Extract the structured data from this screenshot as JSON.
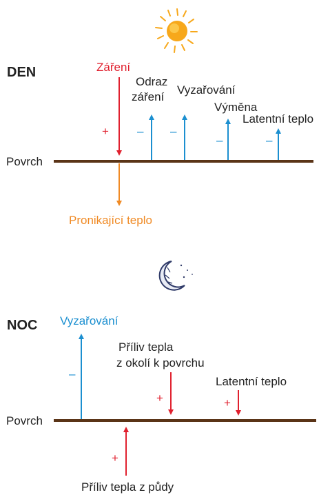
{
  "colors": {
    "radiation": "#e0202e",
    "outgoing": "#1b8fd0",
    "ground_heat": "#f08a24",
    "heat_inflow": "#e0202e",
    "surface": "#5a3417",
    "text": "#222222",
    "sun": "#f7a81b",
    "moon": "#2f3a68"
  },
  "icons": {
    "day": "sun-icon",
    "night": "moon-icon"
  },
  "day": {
    "title": "DEN",
    "surface_label": "Povrch",
    "incoming": {
      "label": "Záření",
      "sign": "+"
    },
    "reflected": {
      "label_line1": "Odraz",
      "label_line2": "záření",
      "sign": "–"
    },
    "emission": {
      "label": "Vyzařování",
      "sign": "–"
    },
    "exchange": {
      "label": "Výměna",
      "sign": "–"
    },
    "latent": {
      "label": "Latentní teplo",
      "sign": "–"
    },
    "ground": {
      "label": "Pronikající teplo"
    }
  },
  "night": {
    "title": "NOC",
    "surface_label": "Povrch",
    "emission": {
      "label": "Vyzařování",
      "sign": "–"
    },
    "inflow_air": {
      "label_line1": "Příliv tepla",
      "label_line2": "z okolí k povrchu",
      "sign": "+"
    },
    "latent": {
      "label": "Latentní teplo",
      "sign": "+"
    },
    "inflow_ground": {
      "label": "Příliv tepla z půdy",
      "sign": "+"
    }
  }
}
